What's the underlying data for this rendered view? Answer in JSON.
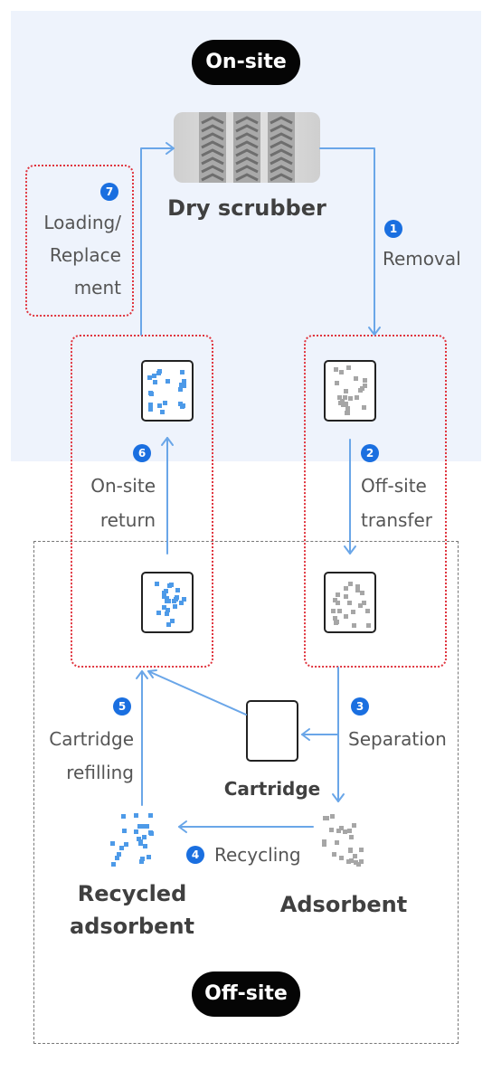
{
  "zones": {
    "onsite_label": "On-site",
    "offsite_label": "Off-site"
  },
  "components": {
    "dry_scrubber": "Dry scrubber",
    "cartridge": "Cartridge",
    "adsorbent": "Adsorbent",
    "recycled_line1": "Recycled",
    "recycled_line2": "adsorbent"
  },
  "steps": [
    {
      "number": "1",
      "lines": [
        "Removal"
      ]
    },
    {
      "number": "2",
      "lines": [
        "Off-site",
        "transfer"
      ]
    },
    {
      "number": "3",
      "lines": [
        "Separation"
      ]
    },
    {
      "number": "4",
      "lines": [
        "Recycling"
      ]
    },
    {
      "number": "5",
      "lines": [
        "Cartridge",
        "refilling"
      ]
    },
    {
      "number": "6",
      "lines": [
        "On-site",
        "return"
      ]
    },
    {
      "number": "7",
      "lines": [
        "Loading/",
        "Replace",
        "ment"
      ]
    }
  ],
  "colors": {
    "accent_blue": "#1a6fe0",
    "arrow_blue": "#6aa6e8",
    "fresh_dots": "#4d9ae8",
    "spent_dots": "#a6a6a6",
    "dotted_red": "#e0353f",
    "onsite_bg": "#eef3fc"
  },
  "icons": {
    "scrubber": "dry-scrubber-icon",
    "fresh_cartridge": "fresh-cartridge-icon",
    "spent_cartridge": "spent-cartridge-icon",
    "empty_cartridge": "empty-cartridge-icon",
    "fresh_adsorbent": "recycled-adsorbent-icon",
    "spent_adsorbent": "spent-adsorbent-icon"
  }
}
